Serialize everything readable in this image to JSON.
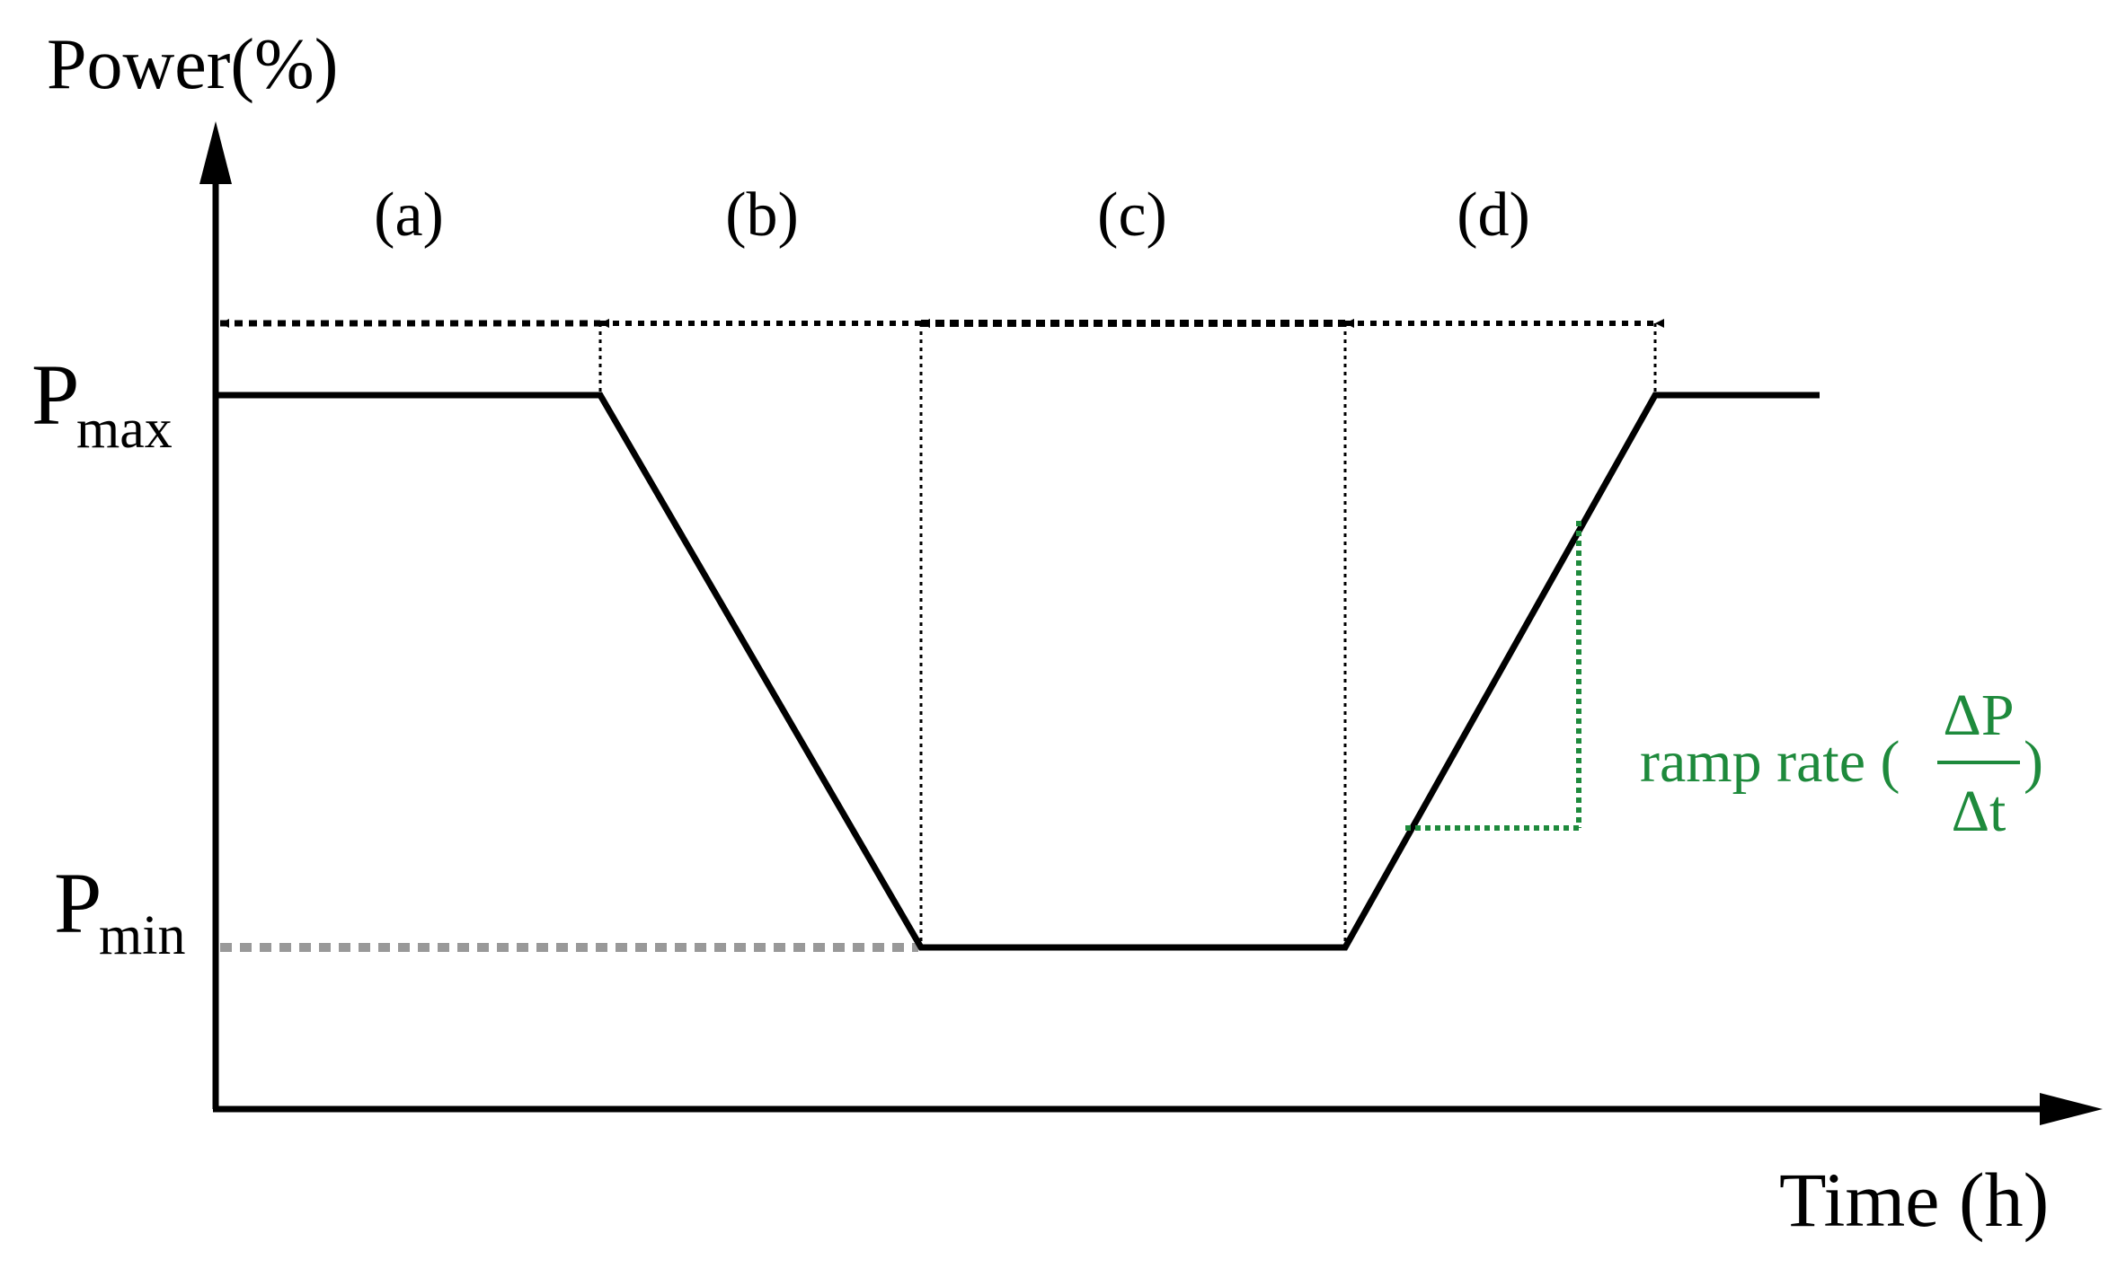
{
  "axes": {
    "y_label": "Power(%)",
    "x_label": "Time (h)"
  },
  "levels": {
    "pmax_main": "P",
    "pmax_sub": "max",
    "pmin_main": "P",
    "pmin_sub": "min"
  },
  "phases": [
    {
      "label": "(a)"
    },
    {
      "label": "(b)"
    },
    {
      "label": "(c)"
    },
    {
      "label": "(d)"
    }
  ],
  "annotation": {
    "text": "ramp rate (",
    "numerator": "ΔP",
    "denominator": "Δt",
    "close": ")"
  },
  "colors": {
    "curve": "#000000",
    "ramp_indicator": "#1e8a3c",
    "pmin_guide": "#999999"
  }
}
